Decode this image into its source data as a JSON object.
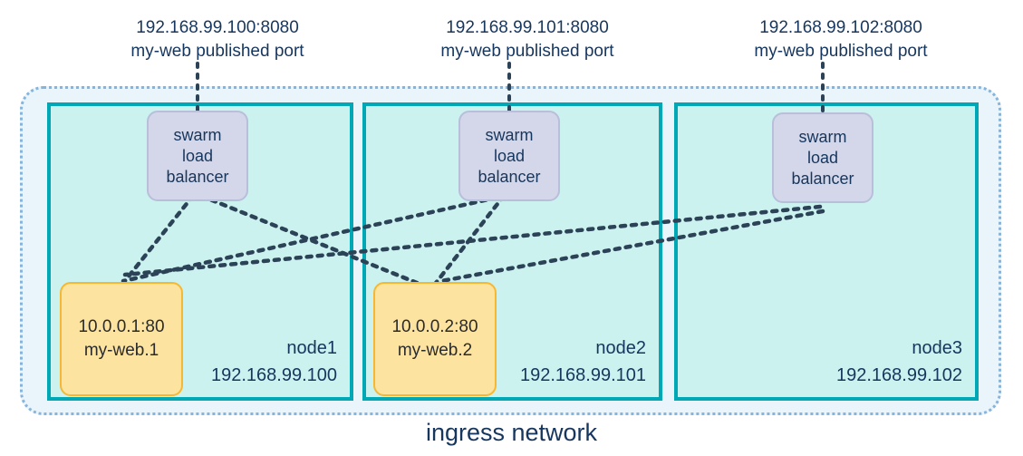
{
  "diagram": {
    "title": "ingress network",
    "colors": {
      "ingress_fill": "#e9f4fb",
      "ingress_border": "#86b4dd",
      "node_fill": "#ccf2f0",
      "node_border": "#00a7b5",
      "lb_fill": "#d3d7e9",
      "lb_border": "#b9bedb",
      "task_fill": "#fde3a0",
      "task_border": "#f7b731",
      "text": "#17365d",
      "connector": "#2c4257"
    }
  },
  "published_ports": [
    {
      "address": "192.168.99.100:8080",
      "description": "my-web published port"
    },
    {
      "address": "192.168.99.101:8080",
      "description": "my-web published port"
    },
    {
      "address": "192.168.99.102:8080",
      "description": "my-web published port"
    }
  ],
  "nodes": [
    {
      "name": "node1",
      "ip": "192.168.99.100",
      "load_balancer": {
        "line1": "swarm",
        "line2": "load",
        "line3": "balancer"
      },
      "task": {
        "address": "10.0.0.1:80",
        "name": "my-web.1"
      }
    },
    {
      "name": "node2",
      "ip": "192.168.99.101",
      "load_balancer": {
        "line1": "swarm",
        "line2": "load",
        "line3": "balancer"
      },
      "task": {
        "address": "10.0.0.2:80",
        "name": "my-web.2"
      }
    },
    {
      "name": "node3",
      "ip": "192.168.99.102",
      "load_balancer": {
        "line1": "swarm",
        "line2": "load",
        "line3": "balancer"
      },
      "task": null
    }
  ]
}
